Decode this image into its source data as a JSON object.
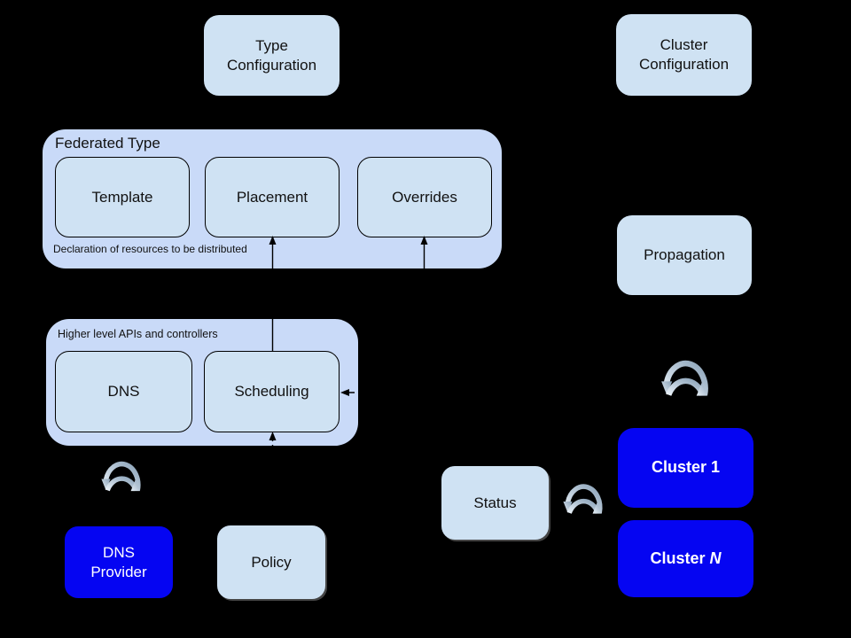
{
  "diagram": {
    "background": "#000000",
    "colors": {
      "box_light": "#cfe2f3",
      "group_fill": "#c9daf8",
      "box_blue": "#0505f2",
      "text_dark": "#111111",
      "text_light": "#ffffff",
      "connector_line": "#000000",
      "sync_icon_light": "#eaf2f9",
      "sync_icon_dark": "#8aa2b8"
    },
    "nodes": {
      "type_configuration": {
        "label": "Type\nConfiguration"
      },
      "cluster_configuration": {
        "label": "Cluster\nConfiguration"
      },
      "federated_type": {
        "title": "Federated Type",
        "caption": "Declaration of resources to be distributed",
        "template": {
          "label": "Template"
        },
        "placement": {
          "label": "Placement"
        },
        "overrides": {
          "label": "Overrides"
        }
      },
      "propagation": {
        "label": "Propagation"
      },
      "higher_level_apis": {
        "title": "Higher level APIs and controllers",
        "dns": {
          "label": "DNS"
        },
        "scheduling": {
          "label": "Scheduling"
        }
      },
      "dns_provider": {
        "label": "DNS\nProvider"
      },
      "policy": {
        "label": "Policy"
      },
      "status": {
        "label": "Status"
      },
      "cluster_1": {
        "label": "Cluster 1"
      },
      "cluster_n": {
        "label_prefix": "Cluster ",
        "label_suffix": "N"
      }
    }
  }
}
